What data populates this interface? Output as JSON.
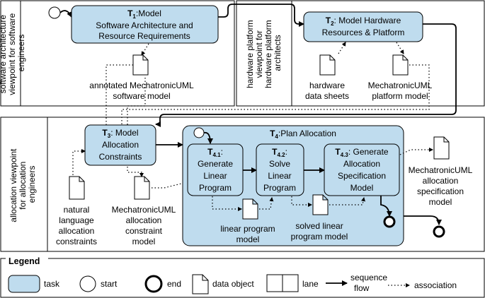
{
  "lanes": {
    "software": [
      "software architecture",
      "viewpoint for software",
      "engineers"
    ],
    "hardware": [
      "hardware platform",
      "viewpoint for",
      "hardware platform",
      "architects"
    ],
    "allocation": [
      "allocation viewpoint",
      "for allocation",
      "engineers"
    ]
  },
  "tasks": {
    "t1": {
      "label": "T",
      "sub": "1",
      "rest": ":Model",
      "lines": [
        "Software Architecture and",
        "Resource Requirements"
      ]
    },
    "t2": {
      "label": "T",
      "sub": "2",
      "rest": ": Model Hardware",
      "lines": [
        "Resources & Platform"
      ]
    },
    "t3": {
      "label": "T",
      "sub": "3",
      "rest": ": Model",
      "lines": [
        "Allocation",
        "Constraints"
      ]
    },
    "t4": {
      "label": "T",
      "sub": "4",
      "rest": ":Plan Allocation"
    },
    "t41": {
      "label": "T",
      "sub": "4.1",
      "rest": ":",
      "lines": [
        "Generate",
        "Linear",
        "Program"
      ]
    },
    "t42": {
      "label": "T",
      "sub": "4.2",
      "rest": ":",
      "lines": [
        "Solve",
        "Linear",
        "Program"
      ]
    },
    "t43": {
      "label": "T",
      "sub": "4.3",
      "rest": ": Generate",
      "lines": [
        "Allocation",
        "Specification",
        "Model"
      ]
    }
  },
  "documents": {
    "sw_model": [
      "annotated MechatronicUML",
      "software model"
    ],
    "hw_sheets": [
      "hardware",
      "data sheets"
    ],
    "platform": [
      "MechatronicUML",
      "platform model"
    ],
    "nl_constraints": [
      "natural",
      "language",
      "allocation",
      "constraints"
    ],
    "constraint_model": [
      "MechatronicUML",
      "allocation",
      "constraint",
      "model"
    ],
    "lp_model": [
      "linear program",
      "model"
    ],
    "solved_lp": [
      "solved linear",
      "program model"
    ],
    "spec_model": [
      "MechatronicUML",
      "allocation",
      "specification",
      "model"
    ]
  },
  "legend": {
    "title": "Legend",
    "task": "task",
    "start": "start",
    "end": "end",
    "data_object": "data object",
    "lane": "lane",
    "sequence_flow": [
      "sequence",
      "flow"
    ],
    "association": "association"
  },
  "colors": {
    "task_fill": "#bfdcee",
    "line": "#000000"
  }
}
